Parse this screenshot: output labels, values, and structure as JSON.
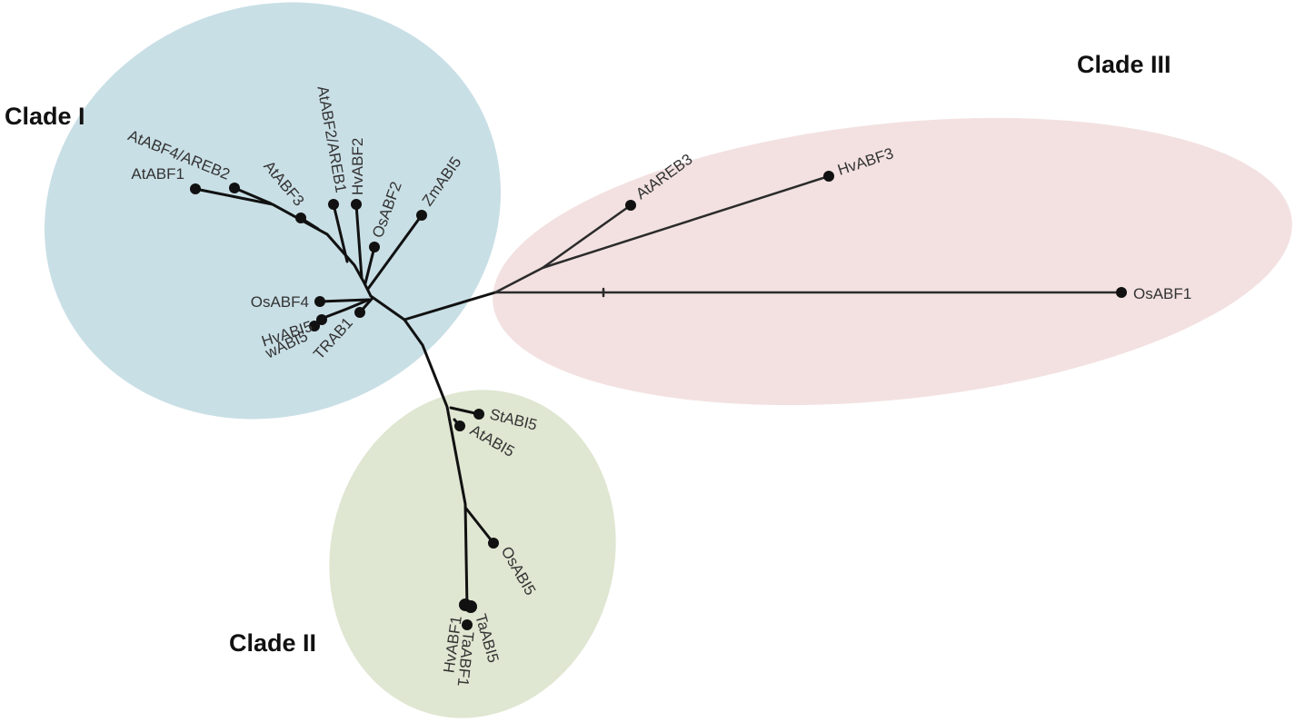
{
  "clades": {
    "clade1": {
      "label": "Clade I",
      "color": "#c9dfe6"
    },
    "clade2": {
      "label": "Clade II",
      "color": "#dfe6d1"
    },
    "clade3": {
      "label": "Clade III",
      "color": "#f3e1e1"
    }
  },
  "leaves": {
    "atabf4": "AtABF4/AREB2",
    "atabf1": "AtABF1",
    "atabf3": "AtABF3",
    "atabf2": "AtABF2/AREB1",
    "hvabf2": "HvABF2",
    "osabf2": "OsABF2",
    "zmabi5": "ZmABI5",
    "osabf4": "OsABF4",
    "hvabi5": "HvABI5",
    "wabi5": "wABI5",
    "trab1": "TRAB1",
    "atareb3": "AtAREB3",
    "hvabf3": "HvABF3",
    "osabf1": "OsABF1",
    "stabi5": "StABI5",
    "atabi5": "AtABI5",
    "osabi5": "OsABI5",
    "hvabf1": "HvABF1",
    "taabi5": "TaABI5",
    "taabf1": "TaABF1"
  },
  "colors": {
    "branch": "#111111"
  }
}
